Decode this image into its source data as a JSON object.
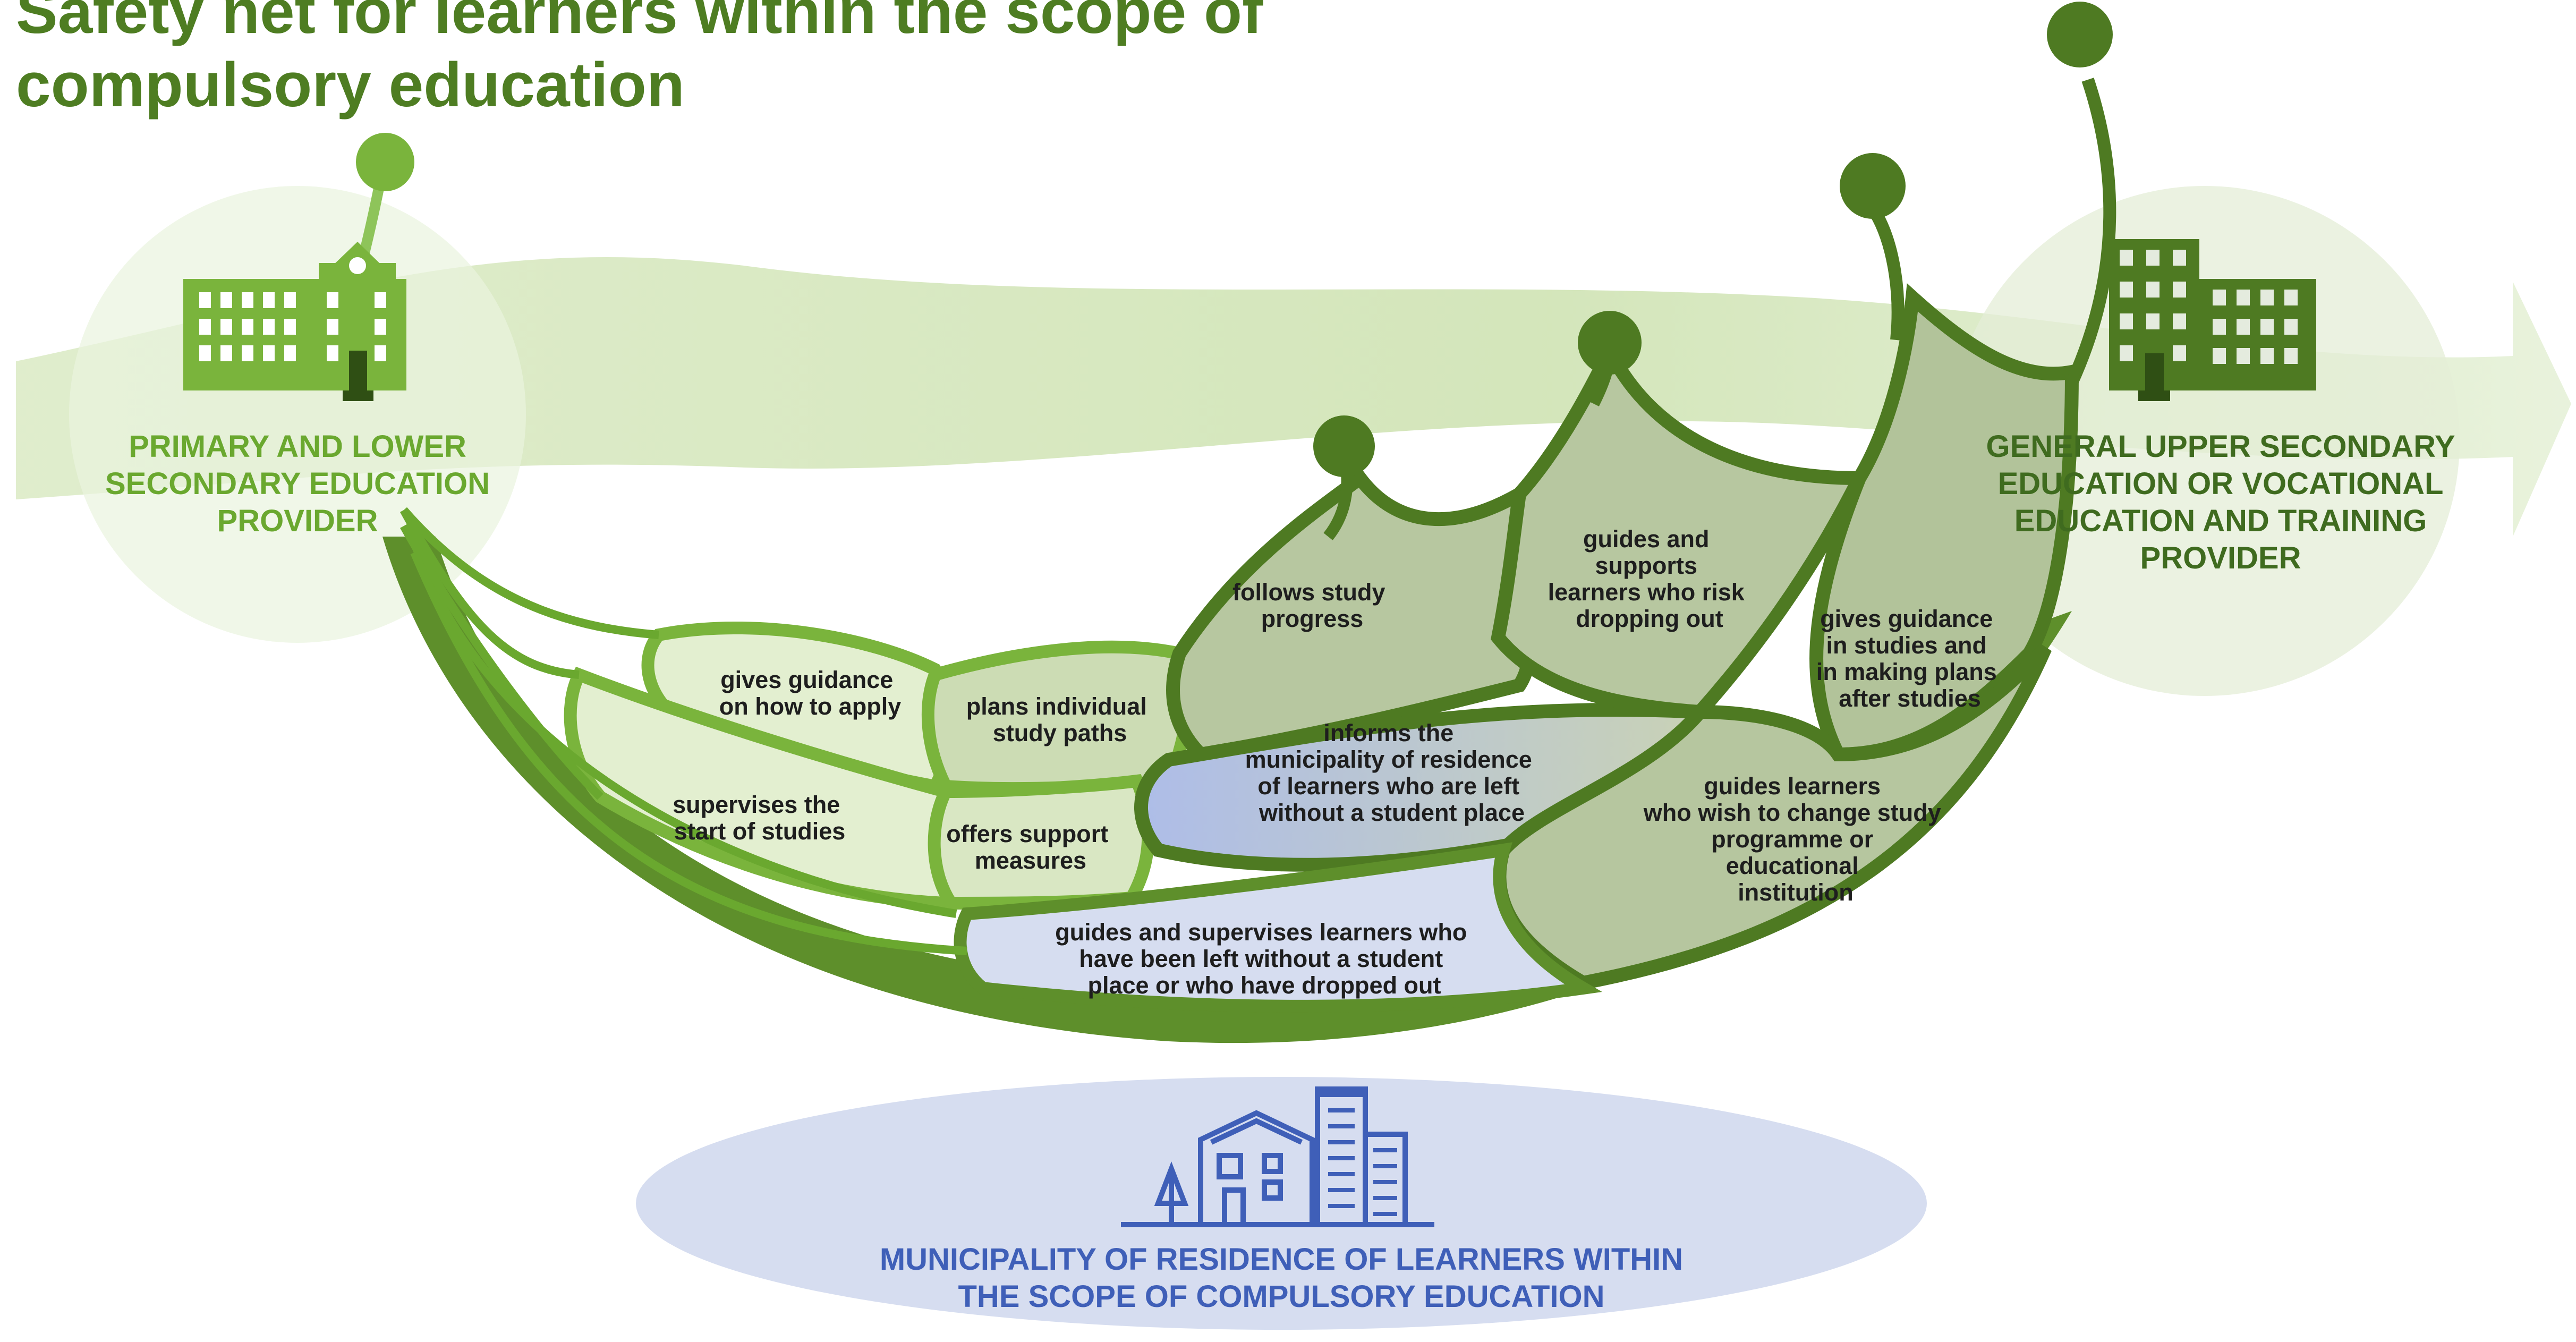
{
  "title": {
    "line1": "Safety net for learners within the scope of",
    "line2": "compulsory education"
  },
  "left_provider": {
    "line1": "PRIMARY AND LOWER",
    "line2": "SECONDARY EDUCATION",
    "line3": "PROVIDER"
  },
  "right_provider": {
    "line1": "GENERAL UPPER SECONDARY",
    "line2": "EDUCATION OR VOCATIONAL",
    "line3": "EDUCATION AND TRAINING",
    "line4": "PROVIDER"
  },
  "municipality": {
    "line1": "MUNICIPALITY OF RESIDENCE OF LEARNERS WITHIN",
    "line2": "THE SCOPE OF COMPULSORY EDUCATION"
  },
  "steps": {
    "gives_guidance_apply": [
      "gives guidance",
      "on how to apply"
    ],
    "supervises_start": [
      "supervises the",
      "start of studies"
    ],
    "plans_paths": [
      "plans individual",
      "study paths"
    ],
    "offers_support": [
      "offers support",
      "measures"
    ],
    "follows_progress": [
      "follows study",
      "progress"
    ],
    "informs_municipality": [
      "informs the",
      "municipality of residence",
      "of learners who are left",
      "without a student place"
    ],
    "guides_supports": [
      "guides and",
      "supports",
      "learners who risk",
      "dropping out"
    ],
    "gives_guidance_plans": [
      "gives guidance",
      "in studies and",
      "in making plans",
      "after studies"
    ],
    "guides_change": [
      "guides learners",
      "who wish to change study",
      "programme or",
      "educational",
      "institution"
    ],
    "guides_supervises": [
      "guides and supervises learners who",
      "have been left without a student",
      "place or who have dropped out"
    ]
  },
  "colors": {
    "dark_green": "#4e7a22",
    "light_green": "#7ab43c",
    "pale_green": "#e3efd0",
    "gray_green": "#b9c9a0",
    "blue": "#3f5fb8",
    "pale_blue": "#d6ddf0"
  },
  "icons": [
    "school-building-icon",
    "upper-secondary-building-icon",
    "municipality-town-icon"
  ]
}
